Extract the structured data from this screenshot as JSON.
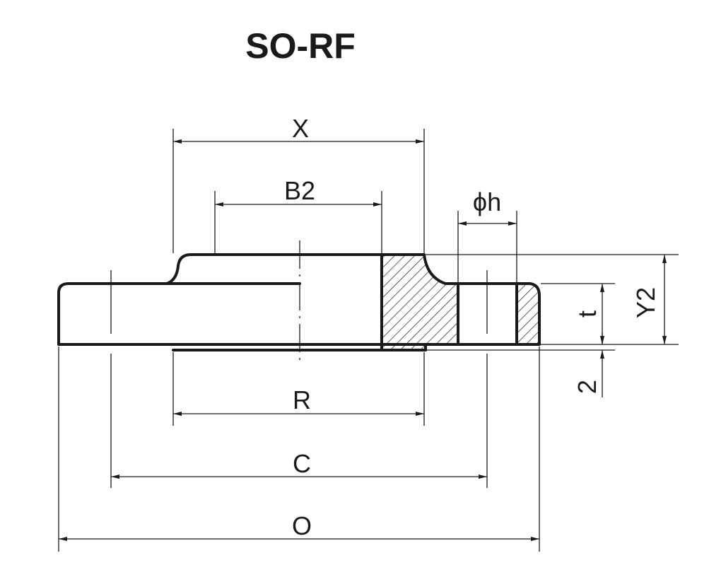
{
  "title": "SO-RF",
  "dimensions": {
    "X": "X",
    "B2": "B2",
    "h": "ϕh",
    "t": "t",
    "Y2": "Y2",
    "raised_face": "2",
    "R": "R",
    "C": "C",
    "O": "O"
  },
  "colors": {
    "line": "#1a1a1a",
    "background": "#ffffff"
  }
}
